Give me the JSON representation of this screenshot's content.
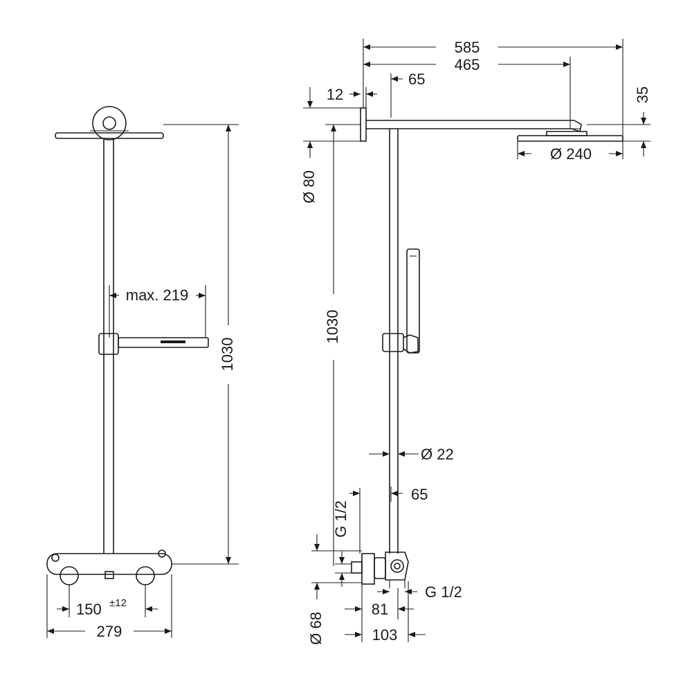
{
  "front_view": {
    "height_label": "1030",
    "arm_label": "max. 219",
    "spacing_label": "150",
    "spacing_tolerance": "±12",
    "width_label": "279"
  },
  "side_view": {
    "total_length_label": "585",
    "head_offset_label": "465",
    "rod_offset_top_label": "65",
    "flange_label": "12",
    "head_height_label": "35",
    "head_diameter_label": "Ø 240",
    "flange_diameter_label": "Ø 80",
    "height_label": "1030",
    "rod_diameter_label": "Ø 22",
    "rod_offset_bottom_label": "65",
    "thread_vertical_label": "G 1/2",
    "thread_horizontal_label": "G 1/2",
    "escutcheon_diameter_label": "Ø 68",
    "depth_81_label": "81",
    "depth_103_label": "103"
  }
}
